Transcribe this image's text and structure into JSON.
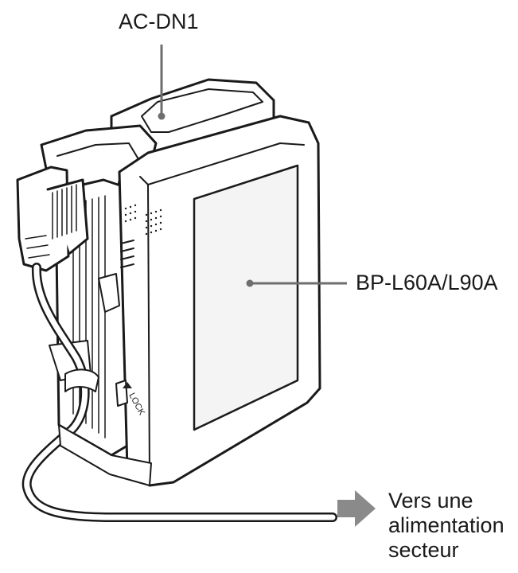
{
  "labels": {
    "adapter": "AC-DN1",
    "battery": "BP-L60A/L90A",
    "power_line1": "Vers une",
    "power_line2": "alimentation",
    "power_line3": "secteur",
    "lock": "LOCK"
  },
  "colors": {
    "outline": "#1a1a1a",
    "leader": "#6e6e6e",
    "arrow": "#8a8a8a",
    "panel": "#f4f4f4",
    "body": "#ffffff"
  }
}
